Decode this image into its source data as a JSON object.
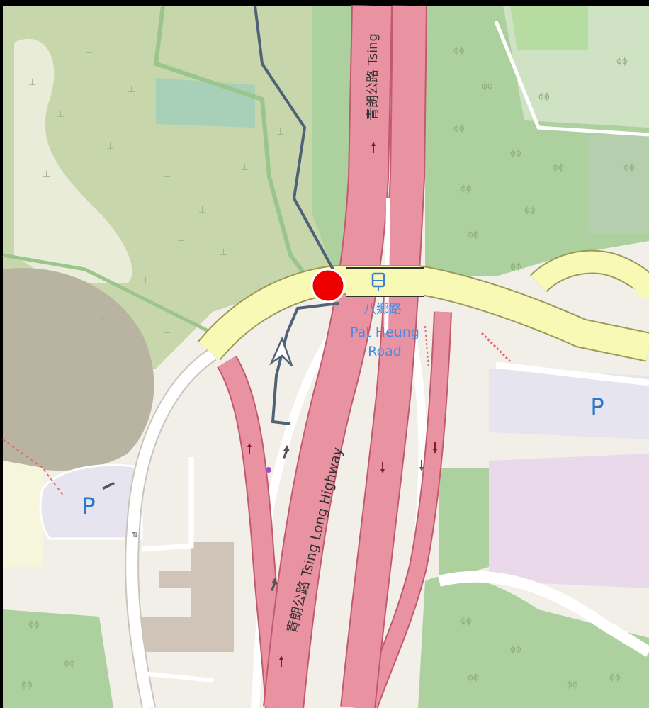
{
  "map": {
    "road_labels": {
      "highway_top": "青朗公路 Tsing",
      "highway_main": "青朗公路 Tsing Long Highway"
    },
    "stop": {
      "name_zh": "八鄉路",
      "name_en_line1": "Pat Heung",
      "name_en_line2": "Road"
    },
    "parking_labels": [
      "P",
      "P"
    ],
    "colors": {
      "background": "#f2efe9",
      "wood": "#add19e",
      "scrub": "#c8d7ab",
      "highway": "#e892a2",
      "highway_casing": "#c25a6e",
      "primary_road": "#f7f9b4",
      "road_white": "#ffffff",
      "path": "#4f6378",
      "transit": "#3a7fd5",
      "marker": "#ee0000",
      "parking_fill": "#e6e4ef",
      "building": "#d0c3b8",
      "commercial": "#ead9eb",
      "quarry": "#b9b4a1"
    },
    "icons": [
      "bus-stop-icon",
      "location-marker-icon",
      "direction-arrow-icon",
      "one-way-arrow-icon",
      "parking-icon"
    ]
  }
}
